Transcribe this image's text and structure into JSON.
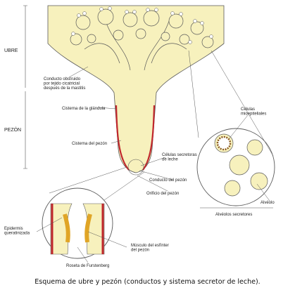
{
  "labels": {
    "ubre": "UBRE",
    "pezon": "PEZÓN",
    "conducto_obstruido": [
      "Conducto obstruido",
      "por tejido cicatricial",
      "después de la mastitis"
    ],
    "cisterna_glandula": "Cisterna de la glándula",
    "cisterna_pezon": "Cisterna del pezón",
    "celulas_secretoras": [
      "Células secretoras",
      "de leche"
    ],
    "conducto_pezon": "Conducto del pezón",
    "orificio_pezon": "Orificio del pezón",
    "celulas_mioepiteliales": [
      "Células",
      "mioepiteliales"
    ],
    "alveolo": "Alvéolo",
    "alveolos_secretores": "Alvéolos secretores",
    "epidermis": [
      "Epidermis",
      "queratinizada"
    ],
    "musculo_esfinter": [
      "Músculo del esfínter",
      "del pezón"
    ],
    "roseta": "Roseta de Furstenberg"
  },
  "caption": "Esquema de ubre y pezón (conductos y sistema secretor de leche).",
  "colors": {
    "tissue": "#f7f1bd",
    "outline": "#5a5a5a",
    "muscle": "#c0272d",
    "keratin": "#e0a526"
  }
}
